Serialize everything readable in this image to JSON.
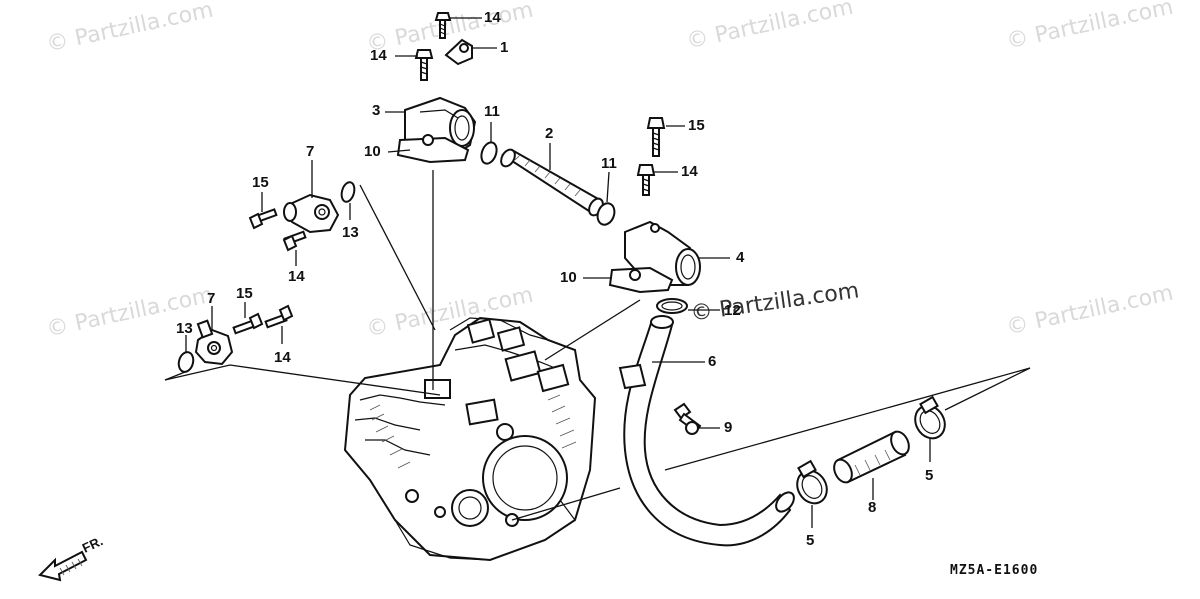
{
  "watermarks": [
    "© Partzilla.com",
    "© Partzilla.com",
    "© Partzilla.com",
    "© Partzilla.com",
    "© Partzilla.com",
    "© Partzilla.com",
    "© Partzilla.com",
    "© Partzilla.com"
  ],
  "main_watermark": "© Partzilla.com",
  "diagram_code": "MZ5A-E1600",
  "direction_label": "FR.",
  "callouts": {
    "c14a": "14",
    "c1": "1",
    "c14b": "14",
    "c3": "3",
    "c10a": "10",
    "c11a": "11",
    "c2": "2",
    "c11b": "11",
    "c15a": "15",
    "c14c": "14",
    "c7a": "7",
    "c15b": "15",
    "c13a": "13",
    "c14d": "14",
    "c4": "4",
    "c10b": "10",
    "c12": "12",
    "c6": "6",
    "c7b": "7",
    "c15c": "15",
    "c13b": "13",
    "c14e": "14",
    "c9": "9",
    "c5a": "5",
    "c8": "8",
    "c5b": "5"
  }
}
